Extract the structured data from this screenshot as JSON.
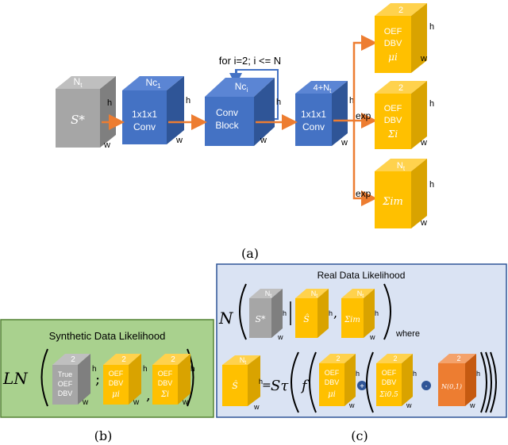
{
  "colors": {
    "blue_front": "#4472c4",
    "blue_top": "#5b85d4",
    "blue_side": "#2f5597",
    "gray_front": "#a6a6a6",
    "gray_top": "#bfbfbf",
    "gray_side": "#7f7f7f",
    "yellow_front": "#ffc000",
    "yellow_top": "#ffd24d",
    "yellow_side": "#d9a300",
    "orange_front": "#ed7d31",
    "orange_top": "#f4a26b",
    "orange_side": "#c55a11",
    "arrow_orange": "#ed7d31",
    "arrow_blue": "#4472c4",
    "panel_green": "#a9d18e",
    "panel_green_border": "#548235",
    "panel_blue": "#dae3f3",
    "panel_blue_border": "#2f5597"
  },
  "panel_a": {
    "loop_label": "for i=2; i <= N",
    "input": {
      "top": "N",
      "top_sub": "t",
      "body": "S*",
      "h": "h",
      "w": "w"
    },
    "conv1": {
      "top": "Nc",
      "top_sub": "1",
      "line1": "1x1x1",
      "line2": "Conv",
      "h": "h",
      "w": "w"
    },
    "block": {
      "top": "Nc",
      "top_sub": "i",
      "line1": "Conv",
      "line2": "Block",
      "h": "h",
      "w": "w"
    },
    "conv2": {
      "top": "4+N",
      "top_sub": "t",
      "line1": "1x1x1",
      "line2": "Conv",
      "h": "h",
      "w": "w"
    },
    "out_mu": {
      "top": "2",
      "line1": "OEF",
      "line2": "DBV",
      "line3": "μi",
      "h": "h",
      "w": "w"
    },
    "out_sigma": {
      "top": "2",
      "line1": "OEF",
      "line2": "DBV",
      "line3": "Σi",
      "h": "h",
      "w": "w"
    },
    "out_im": {
      "top": "N",
      "top_sub": "t",
      "line1": "Σim",
      "h": "h",
      "w": "w"
    },
    "exp1": "exp",
    "exp2": "exp",
    "caption": "(a)"
  },
  "panel_b": {
    "title": "Synthetic Data Likelihood",
    "prefix": "LN",
    "true_cube": {
      "top": "2",
      "line1": "True",
      "line2": "OEF",
      "line3": "DBV",
      "h": "h",
      "w": "w"
    },
    "mu_cube": {
      "top": "2",
      "line1": "OEF",
      "line2": "DBV",
      "line3": "μi",
      "h": "h",
      "w": "w"
    },
    "sigma_cube": {
      "top": "2",
      "line1": "OEF",
      "line2": "DBV",
      "line3": "Σi",
      "h": "h",
      "w": "w"
    },
    "semicolon": ";",
    "comma": ",",
    "caption": "(b)"
  },
  "panel_c": {
    "title": "Real Data Likelihood",
    "prefix": "N",
    "s_cube": {
      "top": "N",
      "top_sub": "t",
      "body": "S*",
      "h": "h",
      "w": "w"
    },
    "shat_cube": {
      "top": "N",
      "top_sub": "t",
      "body": "Ŝ",
      "h": "h",
      "w": "w"
    },
    "sim_cube": {
      "top": "N",
      "top_sub": "t",
      "body": "Σim",
      "h": "h",
      "w": "w"
    },
    "where": "where",
    "shat2_cube": {
      "top": "N",
      "top_sub": "t",
      "body": "Ŝ",
      "h": "h",
      "w": "w"
    },
    "equals": "=",
    "s_tau": "Sτ",
    "f": "f",
    "mu_cube": {
      "top": "2",
      "line1": "OEF",
      "line2": "DBV",
      "line3": "μi",
      "h": "h",
      "w": "w"
    },
    "plus": "+",
    "sig_cube": {
      "top": "2",
      "line1": "OEF",
      "line2": "DBV",
      "line3": "Σi0.5",
      "h": "h",
      "w": "w"
    },
    "dot": "·",
    "noise_cube": {
      "top": "2",
      "body": "N(0,1)",
      "h": "h",
      "w": "w"
    },
    "caption": "(c)"
  }
}
